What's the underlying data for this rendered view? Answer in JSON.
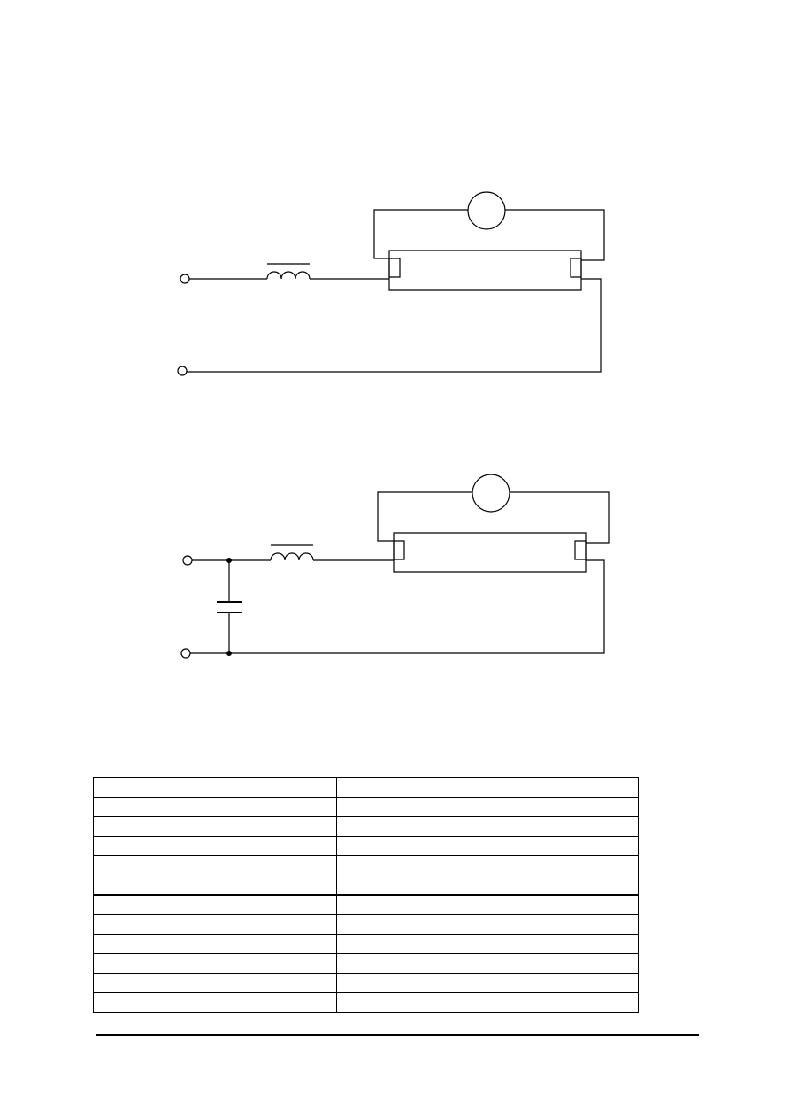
{
  "diagrams": [
    {
      "id": "circuit-1",
      "components": [
        "terminal",
        "terminal",
        "ballast-inductor",
        "fluorescent-tube",
        "starter"
      ]
    },
    {
      "id": "circuit-2",
      "components": [
        "terminal",
        "terminal",
        "ballast-inductor",
        "capacitor",
        "fluorescent-tube",
        "starter"
      ]
    }
  ],
  "table": {
    "rows": [
      [
        "",
        ""
      ],
      [
        "",
        ""
      ],
      [
        "",
        ""
      ],
      [
        "",
        ""
      ],
      [
        "",
        ""
      ],
      [
        "",
        ""
      ],
      [
        "",
        ""
      ],
      [
        "",
        ""
      ],
      [
        "",
        ""
      ],
      [
        "",
        ""
      ],
      [
        "",
        ""
      ],
      [
        "",
        ""
      ]
    ]
  }
}
